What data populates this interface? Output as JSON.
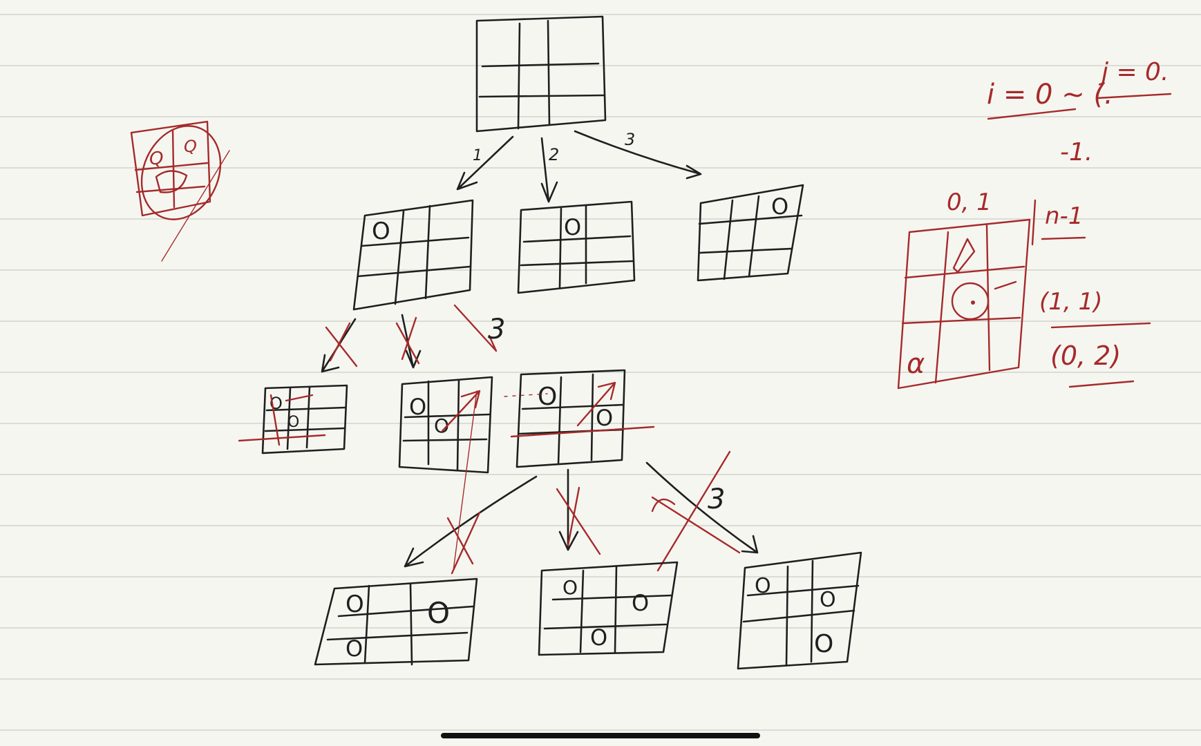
{
  "app": {
    "name": "Handwritten notes canvas",
    "paper": "ruled",
    "colors": {
      "paper": "#f6f6f1",
      "rule": "#dcdcd6",
      "ink_black": "#1f1f1f",
      "ink_red": "#a52a2a"
    }
  },
  "tree": {
    "branch_labels": [
      "1",
      "2",
      "3"
    ],
    "level2_labels": [
      "3"
    ],
    "level3_labels": [
      "3"
    ],
    "cell_mark": "O"
  },
  "notes": {
    "line1_i": "i = 0 ~ (.",
    "line1_j": "j = 0.",
    "line2": "-1.",
    "top_label": "0, 1",
    "n_label": "n-1",
    "coord1": "(1, 1)",
    "coord2": "(0, 2)",
    "alpha": "α"
  },
  "sketch": {
    "mini_board_marks": [
      "Q",
      "Q"
    ]
  }
}
